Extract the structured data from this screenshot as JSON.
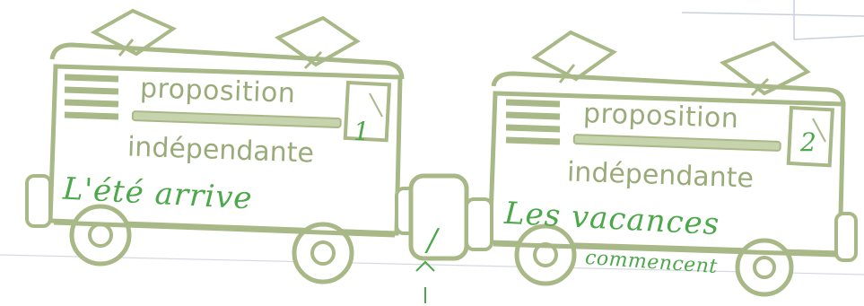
{
  "colors": {
    "outline": "#a8b887",
    "fill": "#c7d3ad",
    "handwriting": "#4ca84a",
    "printed_text": "#9aab7a"
  },
  "wagons": [
    {
      "title_line1": "proposition",
      "title_line2": "indépendante",
      "number": "1",
      "handwritten": "L'été arrive",
      "handwritten_second": ""
    },
    {
      "title_line1": "proposition",
      "title_line2": "indépendante",
      "number": "2",
      "handwritten": "Les vacances",
      "handwritten_second": "commencent"
    }
  ],
  "connector": {
    "handwritten_mark": "/"
  }
}
